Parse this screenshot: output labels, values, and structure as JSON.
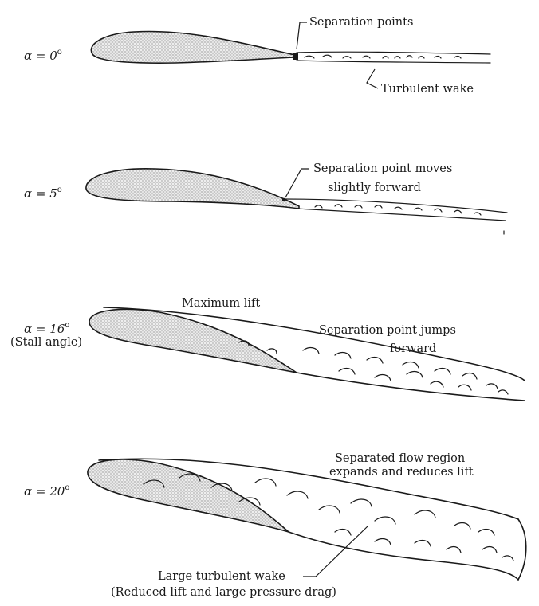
{
  "panels": [
    {
      "alpha_label": "α = 0",
      "alpha_degree": "o",
      "annotations": [
        "Separation points",
        "Turbulent wake"
      ]
    },
    {
      "alpha_label": "α = 5",
      "alpha_degree": "o",
      "annotations": [
        "Separation point moves",
        "slightly forward"
      ]
    },
    {
      "alpha_label": "α = 16",
      "alpha_degree": "o",
      "sub_label": "(Stall angle)",
      "annotations": [
        "Maximum lift",
        "Separation point jumps",
        "forward"
      ]
    },
    {
      "alpha_label": "α = 20",
      "alpha_degree": "o",
      "annotations": [
        "Separated flow region",
        "expands and reduces lift",
        "Large turbulent wake",
        "(Reduced lift and large pressure drag)"
      ]
    }
  ]
}
